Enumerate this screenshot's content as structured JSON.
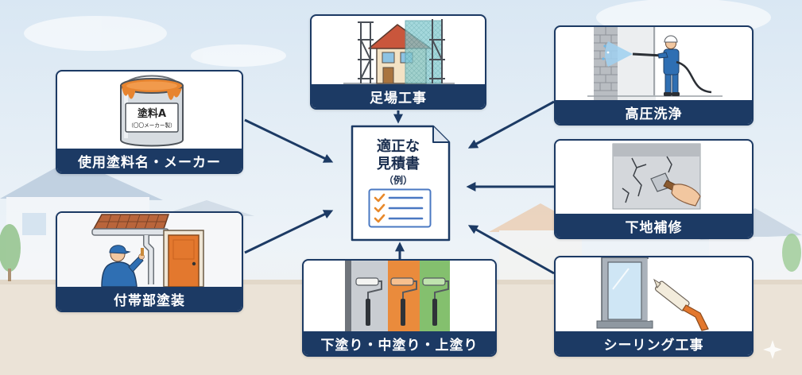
{
  "diagram": {
    "center_document": {
      "title_line1": "適正な",
      "title_line2": "見積書",
      "subtitle": "（例）",
      "icon": "checklist-icon"
    },
    "cards": {
      "scaffolding": {
        "label": "足場工事",
        "icon": "house-scaffolding-icon"
      },
      "paint_product": {
        "label": "使用塗料名・メーカー",
        "icon": "paint-can-icon",
        "can_name": "塗料A",
        "can_maker": "（〇〇メーカー製）"
      },
      "accessory_painting": {
        "label": "付帯部塗装",
        "icon": "worker-gutter-door-icon"
      },
      "three_coats": {
        "label": "下塗り・中塗り・上塗り",
        "icon": "paint-rollers-icon"
      },
      "pressure_washing": {
        "label": "高圧洗浄",
        "icon": "pressure-washer-icon"
      },
      "substrate_repair": {
        "label": "下地補修",
        "icon": "crack-repair-icon"
      },
      "sealing": {
        "label": "シーリング工事",
        "icon": "caulking-gun-icon"
      }
    }
  },
  "colors": {
    "navy": "#1c3a64",
    "check_orange": "#e8892b",
    "checklist_blue": "#4a78c2",
    "label_text": "#ffffff"
  }
}
